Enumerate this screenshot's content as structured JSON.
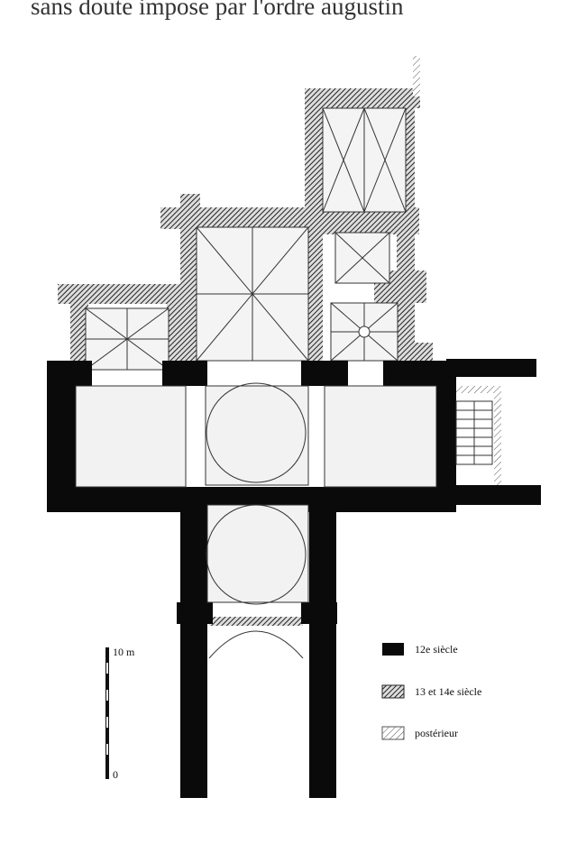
{
  "caption": "sans doute impose par l'ordre augustin",
  "scale": {
    "top_label": "10 m",
    "bottom_label": "0"
  },
  "legend": [
    {
      "label": "12e siècle",
      "pattern": "solid-black"
    },
    {
      "label": "13 et 14e siècle",
      "pattern": "dense-hatch"
    },
    {
      "label": "postérieur",
      "pattern": "light-hatch"
    }
  ],
  "colors": {
    "wall12": "#0a0a0a",
    "floor": "#f2f2f2",
    "hatch": "#333333"
  }
}
